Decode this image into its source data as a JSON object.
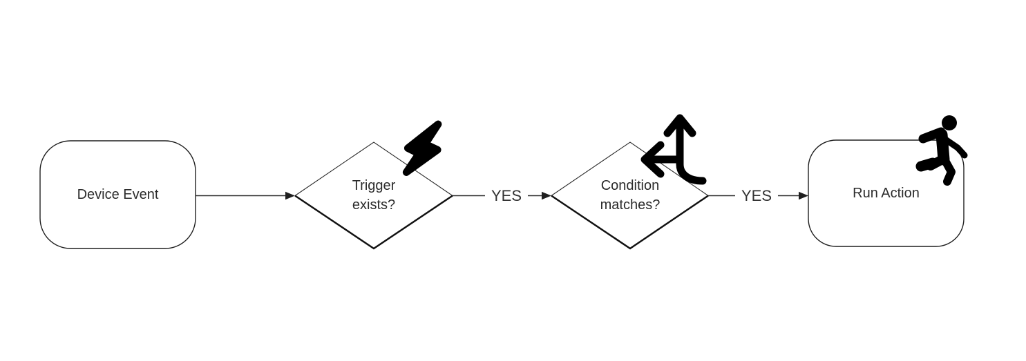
{
  "diagram": {
    "type": "flowchart",
    "direction": "left-to-right",
    "background_color": "#ffffff",
    "stroke_color": "#1f1f1f",
    "text_color": "#2b2b2b",
    "icon_color": "#000000",
    "nodes": [
      {
        "id": "device-event",
        "shape": "rounded-rectangle",
        "label": "Device Event",
        "icon": ""
      },
      {
        "id": "trigger-exists",
        "shape": "diamond",
        "label": "Trigger exists?",
        "icon": "lightning-bolt-icon"
      },
      {
        "id": "condition-matches",
        "shape": "diamond",
        "label": "Condition matches?",
        "icon": "fork-arrows-icon"
      },
      {
        "id": "run-action",
        "shape": "rounded-rectangle",
        "label": "Run Action",
        "icon": "running-person-icon"
      }
    ],
    "edges": [
      {
        "from": "device-event",
        "to": "trigger-exists",
        "label": ""
      },
      {
        "from": "trigger-exists",
        "to": "condition-matches",
        "label": "YES"
      },
      {
        "from": "condition-matches",
        "to": "run-action",
        "label": "YES"
      }
    ]
  }
}
